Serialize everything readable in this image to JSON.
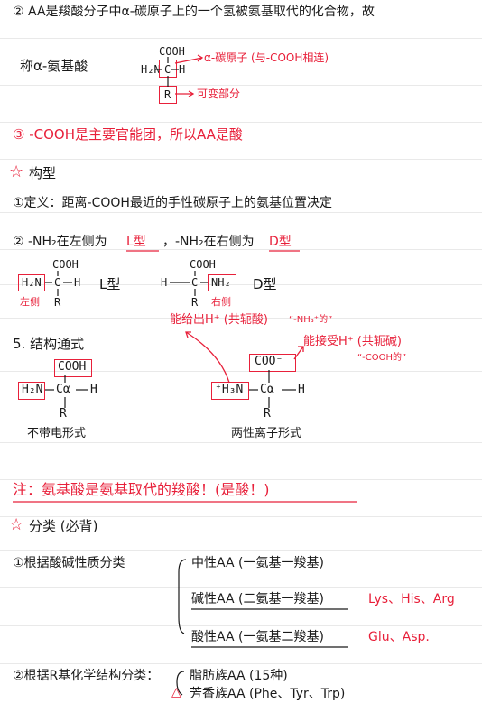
{
  "notes": {
    "l1": "② AA是羧酸分子中α-碳原子上的一个氢被氨基取代的化合物，故",
    "l2a": "称α-氨基酸",
    "chem1": {
      "cooh": "COOH",
      "h2n": "H₂N",
      "c": "C",
      "h": "H",
      "r": "R"
    },
    "ann1": "α-碳原子 (与-COOH相连)",
    "ann2": "可变部分",
    "l3": "③ -COOH是主要官能团，所以AA是酸",
    "sec_conf": "构型",
    "l4": "①定义：距离-COOH最近的手性碳原子上的氨基位置决定",
    "l5a": "② -NH₂在左侧为",
    "l5b": "L型",
    "l5c": "，-NH₂在右侧为",
    "l5d": "D型",
    "L_form": {
      "cooh": "COOH",
      "h2n": "H₂N",
      "c": "C",
      "h": "H",
      "r": "R",
      "label": "L型",
      "side": "左侧"
    },
    "D_form": {
      "cooh": "COOH",
      "h": "H",
      "c": "C",
      "nh2": "NH₂",
      "r": "R",
      "label": "D型",
      "side": "右侧"
    },
    "sec5": "5. 结构通式",
    "ann_left": "能给出H⁺ (共轭酸)",
    "ann_left2": "“-NH₃⁺的”",
    "ann_right": "能接受H⁺ (共轭碱)",
    "ann_right2": "“-COOH的”",
    "neutral": {
      "cooh": "COOH",
      "h2n": "H₂N",
      "ca": "Cα",
      "h": "H",
      "r": "R",
      "label": "不带电形式"
    },
    "zwitter": {
      "coo": "COO⁻",
      "h3n": "⁺H₃N",
      "ca": "Cα",
      "h": "H",
      "r": "R",
      "label": "两性离子形式"
    },
    "note": "注：氨基酸是氨基取代的羧酸！(是酸！)",
    "sec_class": "分类 (必背)",
    "c1": "①根据酸碱性质分类",
    "c1a": "中性AA (一氨基一羧基)",
    "c1b": "碱性AA (二氨基一羧基)",
    "c1b_r": "Lys、His、Arg",
    "c1c": "酸性AA (一氨基二羧基)",
    "c1c_r": "Glu、Asp.",
    "c2": "②根据R基化学结构分类：",
    "c2a": "脂肪族AA (15种)",
    "c2b": "芳香族AA (Phe、Tyr、Trp)"
  }
}
